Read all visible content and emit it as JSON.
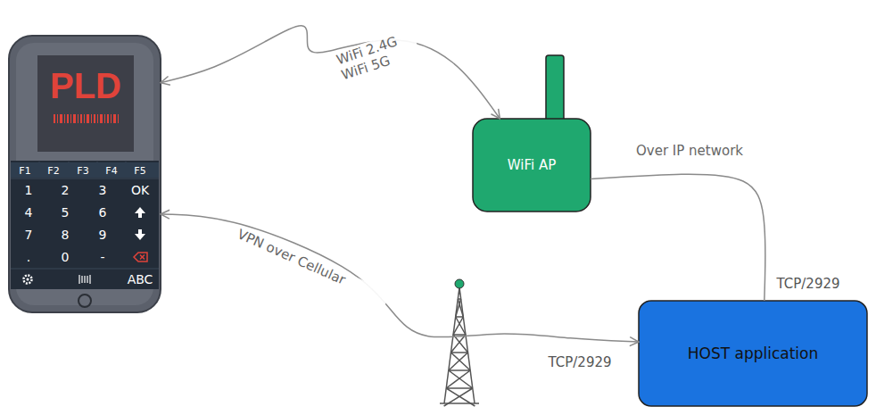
{
  "diagram": {
    "nodes": [
      {
        "text": [
          "PLD"
        ]
      },
      {
        "text": [
          "WiFi AP"
        ]
      },
      {
        "text": [
          "HOST application"
        ]
      }
    ],
    "edges": [
      {
        "from": 0,
        "to": 1,
        "arrow": "both",
        "label": "WiFi 2.4G WiFi 5G"
      },
      {
        "from": 1,
        "to": 2,
        "arrow": "none",
        "label": "Over IP network"
      },
      {
        "from": 0,
        "to": 2,
        "arrow": "both",
        "label": "VPN over Cellular"
      }
    ],
    "labels": [
      "F1",
      "F2",
      "F3",
      "F4",
      "F5",
      "1",
      "2",
      "3",
      "OK",
      "4",
      "5",
      "6",
      "7",
      "8",
      "9",
      ".",
      "0",
      "-",
      "ABC",
      "TCP/2929",
      "TCP/2929"
    ]
  }
}
